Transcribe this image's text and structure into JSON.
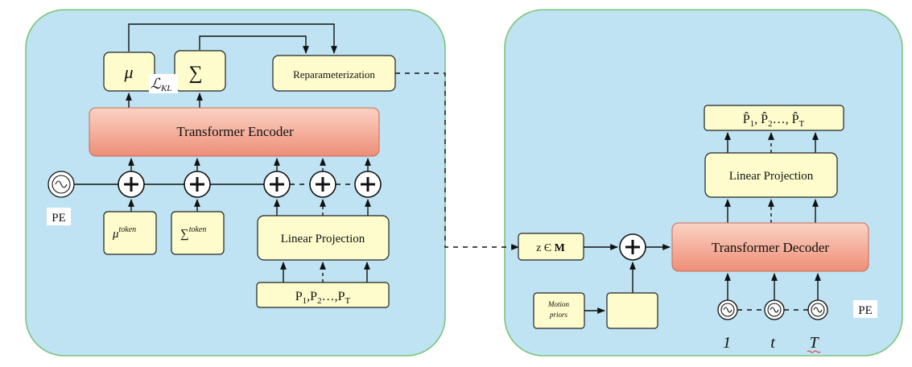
{
  "encoder": {
    "mu": "μ",
    "sigma": "∑",
    "kl": "ℒ",
    "kl_sub": "KL",
    "reparam": "Reparameterization",
    "transformer": "Transformer Encoder",
    "pe": "PE",
    "mu_token_base": "μ",
    "mu_token_sup": "token",
    "sigma_token_base": "∑",
    "sigma_token_sup": "token",
    "linear": "Linear Projection",
    "inputs": {
      "p": "P",
      "s1": "1",
      "s2": "2",
      "dots": "…",
      "sT": "T",
      "comma": ","
    }
  },
  "decoder": {
    "outputs": {
      "p": "P̂",
      "s1": "1",
      "s2": "2",
      "dots": "…",
      "sT": "T",
      "comma": ", "
    },
    "linear": "Linear Projection",
    "transformer": "Transformer Decoder",
    "z": "z Є ",
    "z_set": "M",
    "motion_priors_line1": "Motion",
    "motion_priors_line2": "priors",
    "pe": "PE",
    "time_1": "1",
    "time_t": "t",
    "time_T": "T"
  },
  "colors": {
    "panel": "#bfe3f2",
    "panel_border": "#7cc47a",
    "box": "#fefccc",
    "transformer_top": "#f9c9b8",
    "transformer_bottom": "#ee8e77"
  }
}
